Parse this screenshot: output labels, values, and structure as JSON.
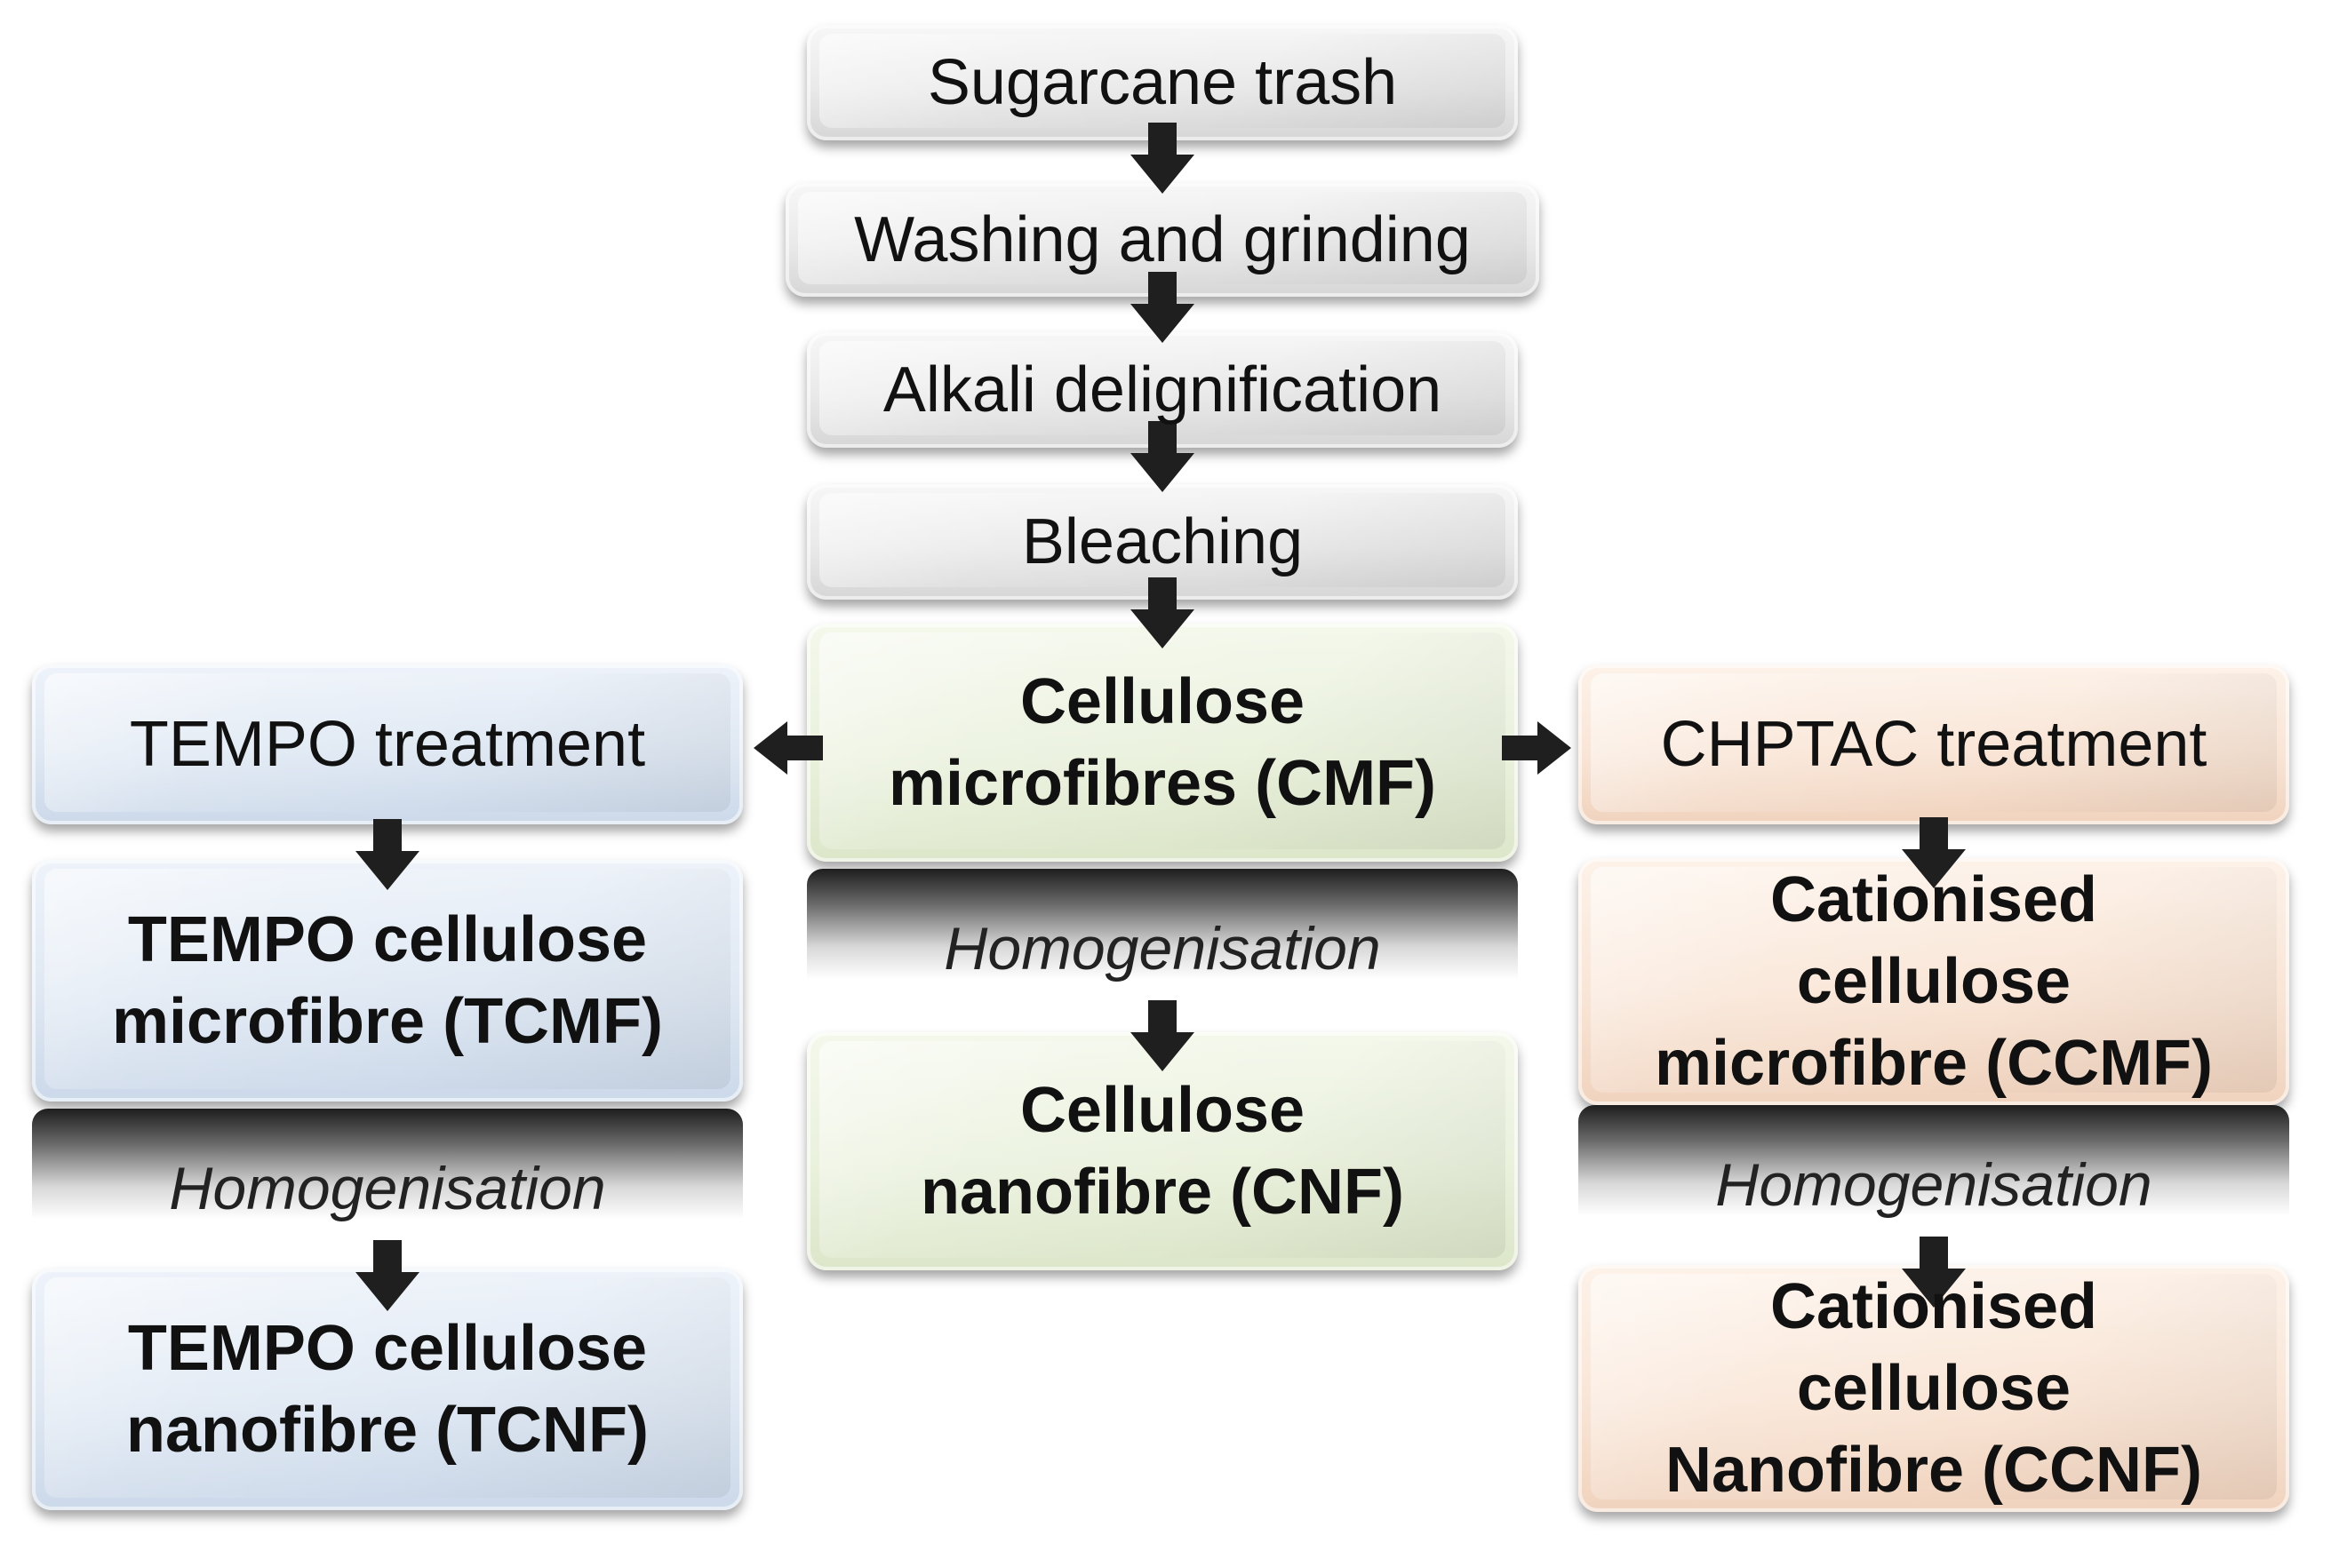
{
  "center": {
    "step1": "Sugarcane trash",
    "step2": "Washing and grinding",
    "step3": "Alkali delignification",
    "step4": "Bleaching",
    "cmf_line1": "Cellulose",
    "cmf_line2": "microfibres (CMF)",
    "homogenisation": "Homogenisation",
    "cnf_line1": "Cellulose",
    "cnf_line2": "nanofibre (CNF)"
  },
  "left": {
    "treatment": "TEMPO treatment",
    "tcmf_line1": "TEMPO cellulose",
    "tcmf_line2": "microfibre (TCMF)",
    "homogenisation": "Homogenisation",
    "tcnf_line1": "TEMPO cellulose",
    "tcnf_line2": "nanofibre (TCNF)"
  },
  "right": {
    "treatment": "CHPTAC treatment",
    "ccmf_line1": "Cationised",
    "ccmf_line2": "cellulose",
    "ccmf_line3": "microfibre (CCMF)",
    "homogenisation": "Homogenisation",
    "ccnf_line1": "Cationised",
    "ccnf_line2": "cellulose",
    "ccnf_line3": "Nanofibre (CCNF)"
  },
  "colors": {
    "gray_box": "#e6e6e6",
    "green_box": "#ebf1de",
    "blue_box": "#dce6f2",
    "peach_box": "#f9e5d6",
    "arrow": "#1f1f1f"
  }
}
